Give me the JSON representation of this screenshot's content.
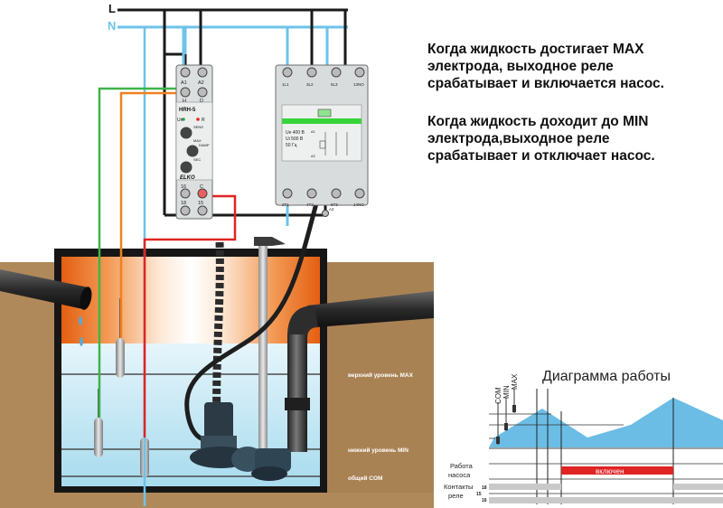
{
  "wires": {
    "phase": "L",
    "neutral": "N"
  },
  "relay": {
    "terminals_top": [
      "A1",
      "A2"
    ],
    "terminals_top2": [
      "H",
      "D"
    ],
    "model": "HRH-5",
    "indicators": [
      "Un",
      "R"
    ],
    "knob_labels": [
      "SENS",
      "DAMP",
      "MAX",
      "SEC"
    ],
    "brand": "ELKO",
    "terminals_bottom": [
      "16",
      "C"
    ],
    "terminals_bottom2": [
      "18",
      "15"
    ]
  },
  "contactor": {
    "terminals_top": [
      "1L1",
      "3L2",
      "5L3",
      "13NO"
    ],
    "rating_lines": [
      "Ue 400 B",
      "Ui 500 B",
      "50 Гц"
    ],
    "aux_labels": [
      "A1",
      "A2"
    ],
    "terminals_bottom": [
      "2T1",
      "4T2",
      "6T3",
      "14NO"
    ],
    "coil_terminal": "A2"
  },
  "notes": {
    "max": [
      "Когда жидкость достигает MAX",
      "электрода, выходное реле",
      "срабатывает и включается насос."
    ],
    "min": [
      "Когда жидкость доходит до MIN",
      "электрода,выходное реле",
      "срабатывает и отключает насос."
    ]
  },
  "tank": {
    "level_max": "верхний уровень MAX",
    "level_min": "нижний уровень MIN",
    "level_com": "общий COM"
  },
  "diagram": {
    "title": "Диаграмма работы",
    "electrodes": [
      "COM",
      "MIN",
      "MAX"
    ],
    "row_pump": [
      "Работа",
      "насоса"
    ],
    "pump_on": "включен",
    "row_contacts": [
      "Контакты",
      "реле"
    ],
    "contact_numbers": [
      "18",
      "15",
      "16"
    ]
  },
  "colors": {
    "phase": "#1a1a1a",
    "neutral": "#6ec3ea",
    "green_wire": "#3fb34a",
    "orange_wire": "#f0811f",
    "red_wire": "#e02424",
    "tank_orange": "#e86f1e",
    "soil": "#b08a5a",
    "water": "#a9ddf0",
    "device": "#d9dcdd"
  }
}
